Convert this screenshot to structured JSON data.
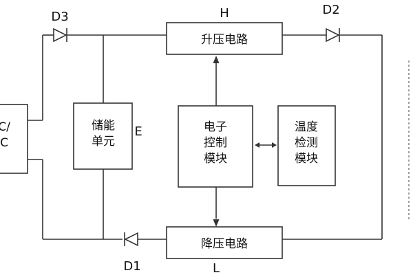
{
  "blocks": {
    "left_source": "C/\nC",
    "storage": "储能\n单元",
    "boost": "升压电路",
    "buck": "降压电路",
    "controller": "电子\n控制\n模块",
    "temp_detect": "温度\n检测\n模块"
  },
  "labels": {
    "d3": "D3",
    "d2": "D2",
    "d1": "D1",
    "h": "H",
    "e": "E",
    "l": "L"
  },
  "colors": {
    "stroke": "#333333",
    "text": "#111111",
    "background": "#ffffff",
    "dashed": "#777777"
  }
}
